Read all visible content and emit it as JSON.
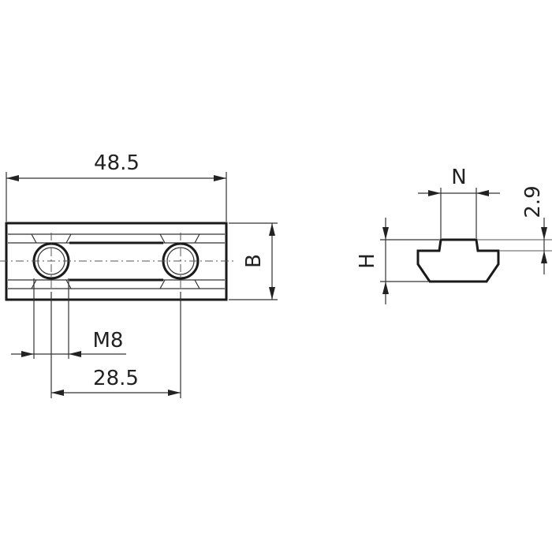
{
  "drawing": {
    "dimensions": {
      "overall_length": "48.5",
      "thread": "M8",
      "hole_spacing": "28.5",
      "width": "B",
      "width_n": "N",
      "height": "H",
      "lip_height": "2.9"
    }
  }
}
